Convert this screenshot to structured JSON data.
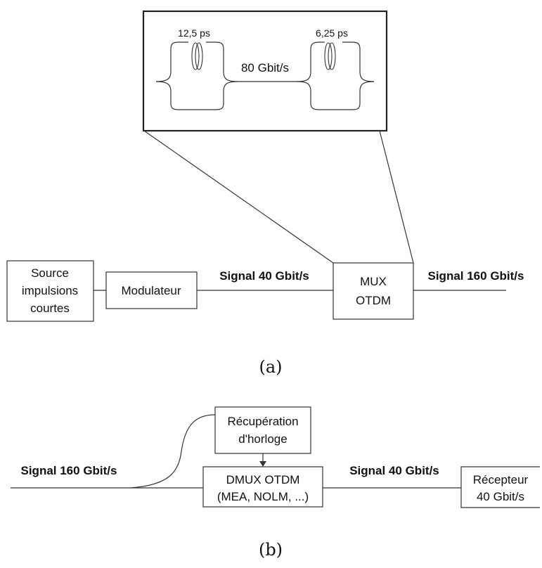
{
  "panel_a": {
    "zoom": {
      "delay_left": "12,5 ps",
      "delay_right": "6,25 ps",
      "rate": "80 Gbit/s"
    },
    "source_lines": [
      "Source",
      "impulsions",
      "courtes"
    ],
    "modulator": "Modulateur",
    "signal_in": "Signal 40 Gbit/s",
    "mux_lines": [
      "MUX",
      "OTDM"
    ],
    "signal_out": "Signal 160 Gbit/s",
    "caption": "(a)"
  },
  "panel_b": {
    "clock_lines": [
      "Récupération",
      "d'horloge"
    ],
    "signal_in": "Signal 160 Gbit/s",
    "demux_lines": [
      "DMUX OTDM",
      "(MEA, NOLM, ...)"
    ],
    "signal_out": "Signal 40 Gbit/s",
    "receiver_lines": [
      "Récepteur",
      "40 Gbit/s"
    ],
    "caption": "(b)"
  }
}
